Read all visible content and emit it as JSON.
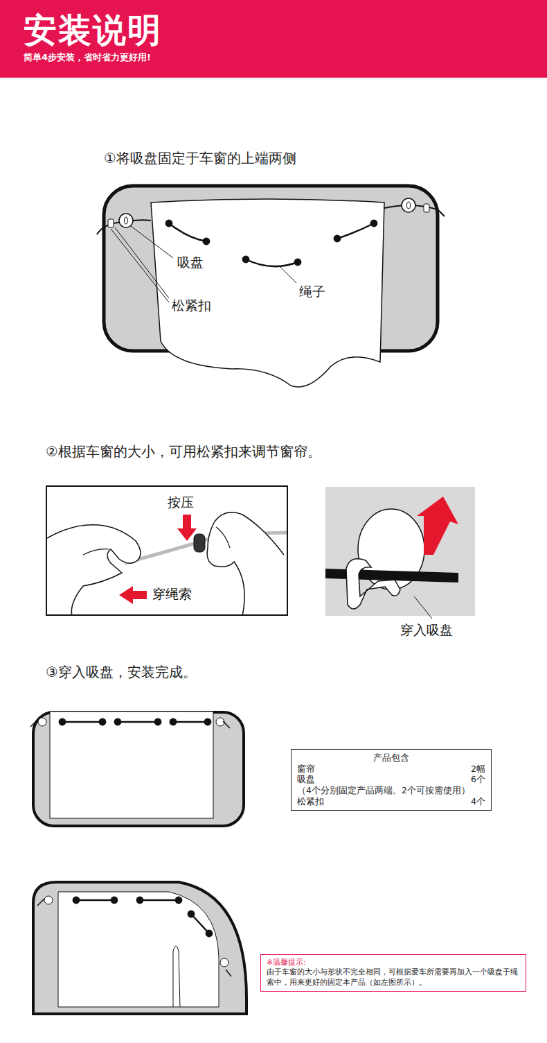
{
  "diagram": {
    "nodes": [
      {
        "text": [
          "安装说明",
          "简单4步安装，省时省力更好用!"
        ]
      },
      {
        "text": [
          "按压",
          "穿绳索"
        ]
      },
      {
        "text": [
          "产品包含",
          "窗帘",
          "2幅",
          "吸盘",
          "6个",
          "（4个分别固定产品两端。2个可按需使用）",
          "松紧扣",
          "4个"
        ]
      },
      {
        "text": [
          "※温馨提示:",
          "由于车窗的大小与形状不完全相同，可根据爱车所需要再加入一个吸盘于绳索中，用来更好的固定本产品（如左图所示）。"
        ]
      }
    ],
    "edges": [],
    "labels": [
      "①将吸盘固定于车窗的上端两侧",
      "吸盘",
      "绳子",
      "松紧扣",
      "②根据车窗的大小，可用松紧扣来调节窗帘。",
      "穿入吸盘",
      "③穿入吸盘，安装完成。"
    ]
  }
}
